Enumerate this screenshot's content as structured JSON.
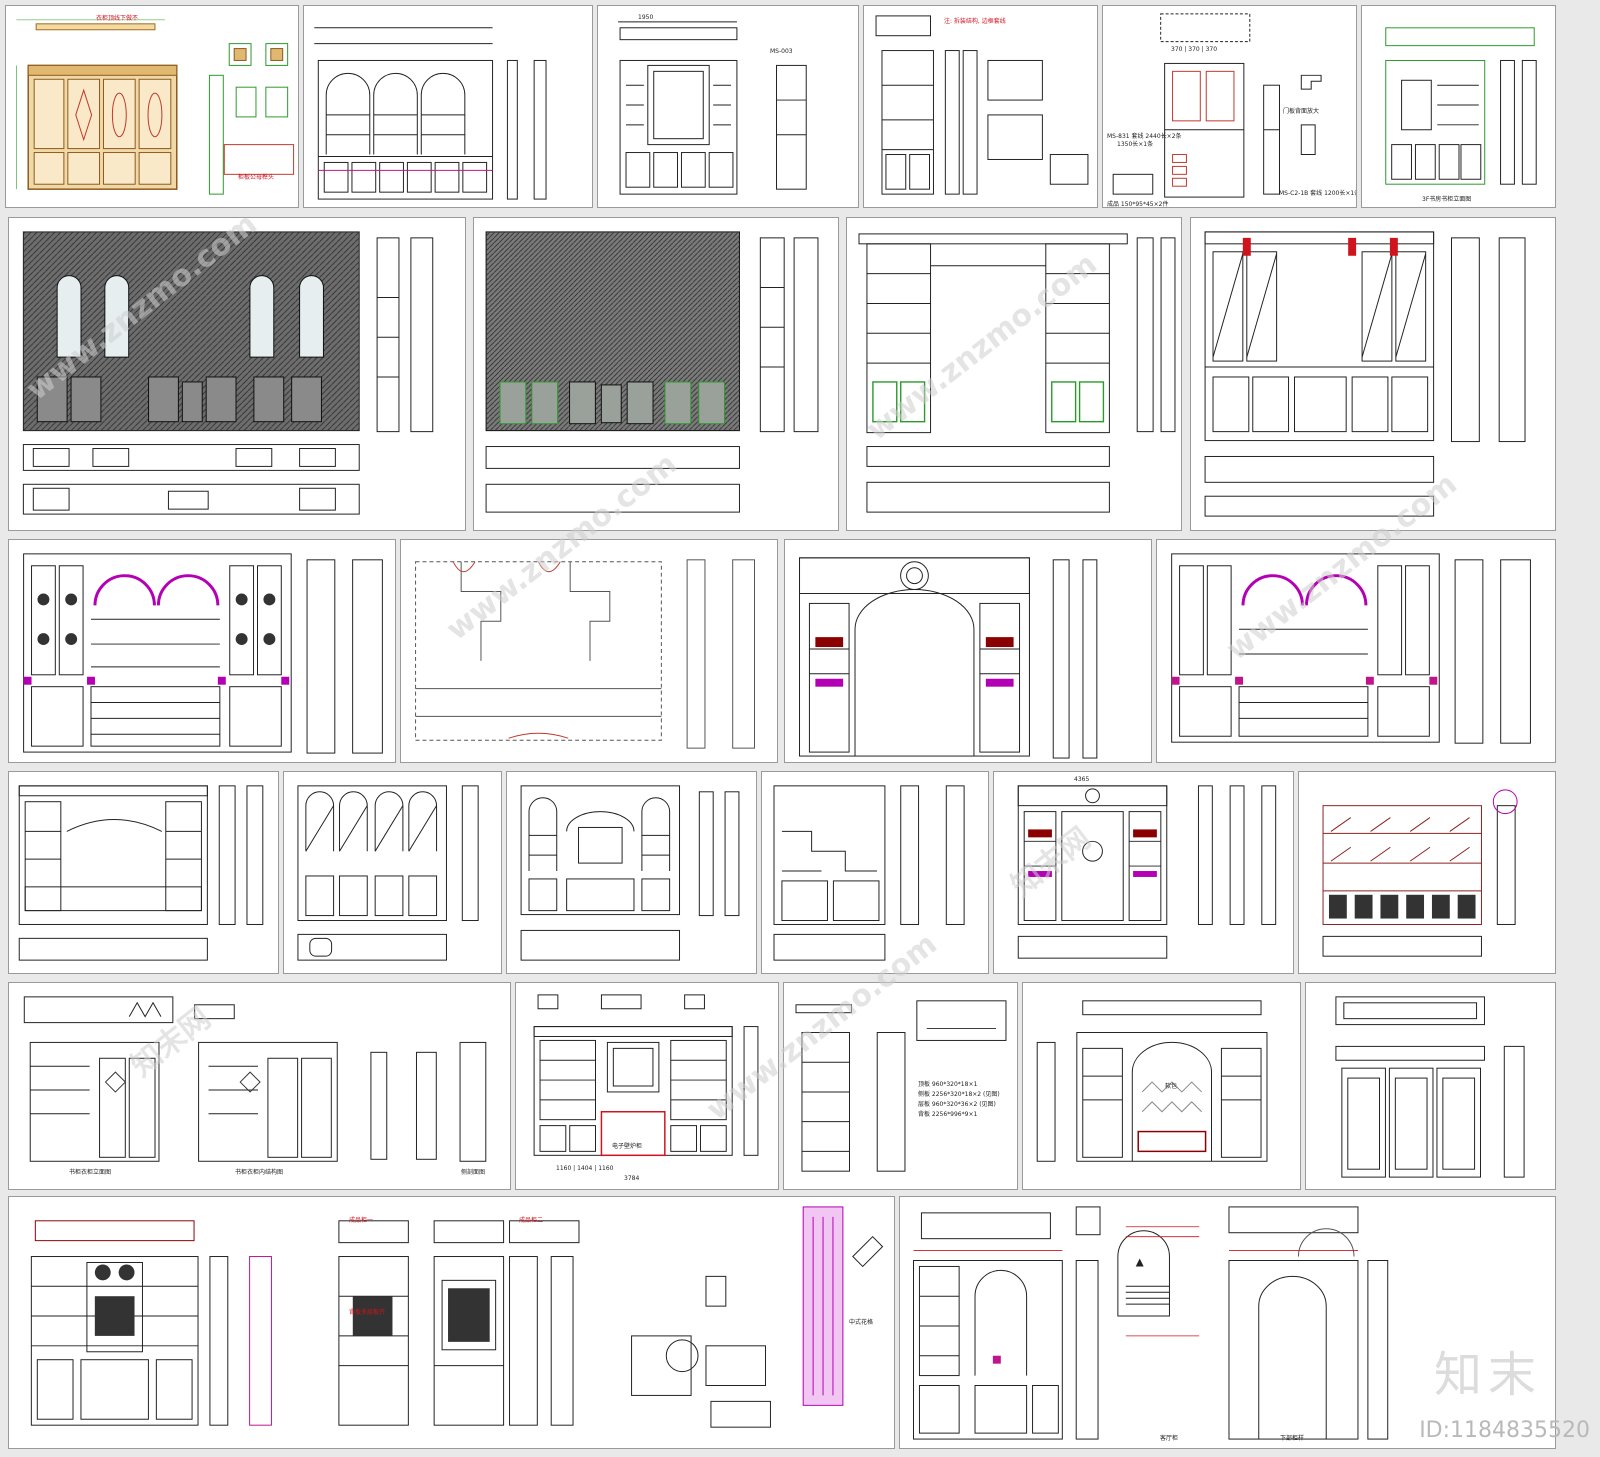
{
  "sheets": {
    "s1": {
      "note": "衣柜顶线下做不",
      "tag": "柜板公母榫头"
    },
    "s3": {
      "a": "MS-003",
      "b": "1950"
    },
    "s4": {
      "note": "注: 拆装结构, 边框套线"
    },
    "s5": {
      "dims": "370 | 370 | 370",
      "a": "MS-831 套线 2440长×2条",
      "b": "1350长×1条",
      "c": "成品 150*95*45×2件",
      "d": "MS-C2-1B 套线 1200长×1条",
      "e": "门板背面放大"
    },
    "s6": {
      "caption": "3F书房书柜立面图"
    },
    "s20": {
      "label": "4365"
    },
    "s25": {
      "a": "书柜衣柜立面图",
      "b": "书柜衣柜内结构图",
      "c": "侧剖面图"
    },
    "s26": {
      "a": "电子壁炉柜",
      "b": "1160 | 1404 | 1160",
      "c": "3784"
    },
    "s27": {
      "a": "顶板 960*320*18×1",
      "b": "侧板 2256*320*18×2 (见图)",
      "c": "层板 960*320*36×2 (见图)",
      "d": "背板 2256*996*9×1"
    },
    "s28": {
      "label": "软包"
    },
    "s30": {
      "a": "成品柜一",
      "b": "背板多层板开",
      "c": "中式花格",
      "d": "成品柜二"
    },
    "s32": {
      "a": "客厅柜",
      "b": "下部柜样"
    }
  },
  "watermark": {
    "text": "www.znzmo.com",
    "brand": "知末网"
  },
  "logo": {
    "text": "知末"
  },
  "id_label": "ID:1184835520"
}
